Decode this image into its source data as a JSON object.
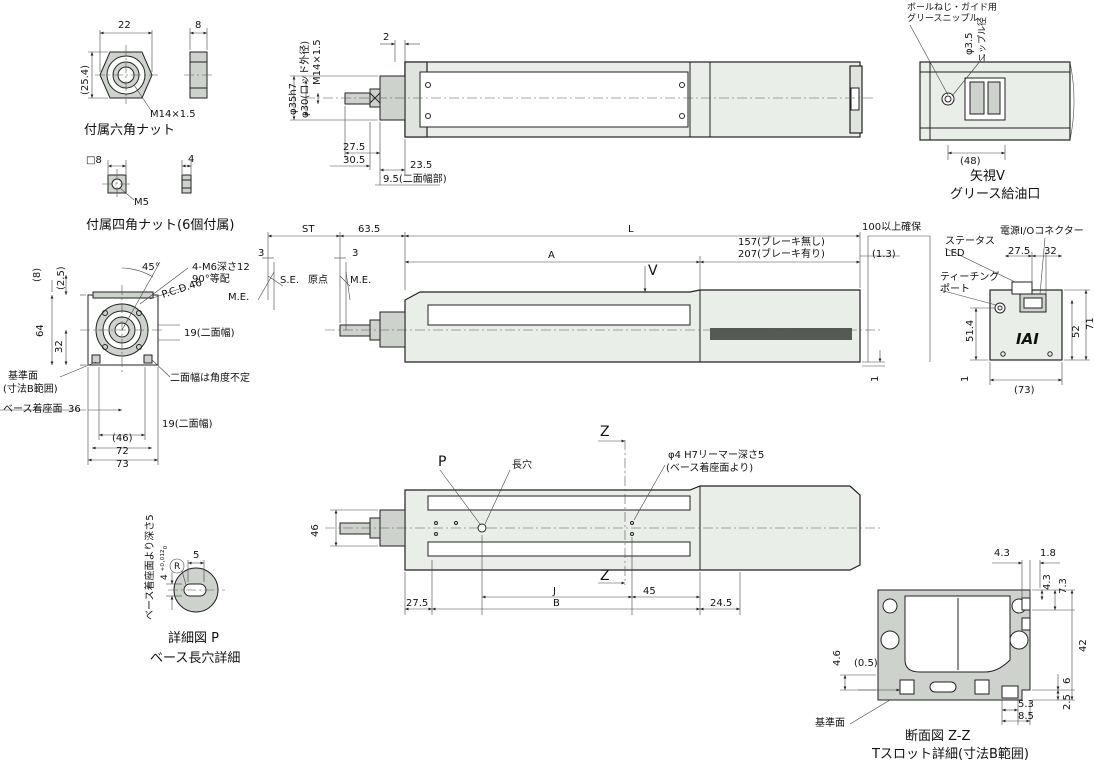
{
  "hex_nut": {
    "width": "22",
    "thickness": "8",
    "across_corners": "(25.4)",
    "thread": "M14×1.5",
    "caption": "付属六角ナット"
  },
  "square_nut": {
    "size": "□8",
    "thickness": "4",
    "thread": "M5",
    "caption": "付属四角ナット(6個付属)"
  },
  "top_view": {
    "dia_35": "φ35h7",
    "dia_30": "φ30(ロッド外径)",
    "thread": "M14×1.5",
    "dim_2": "2",
    "dim_27_5": "27.5",
    "dim_30_5": "30.5",
    "dim_23_5": "23.5",
    "dim_9_5": "9.5(二面幅部)"
  },
  "view_v": {
    "label1": "ボールねじ・ガイド用",
    "label2": "グリースニップル",
    "dia": "φ3.5",
    "dia_label": "ニップル径",
    "dim_48": "(48)",
    "caption1": "矢視V",
    "caption2": "グリース給油口"
  },
  "front": {
    "st": "ST",
    "dim_63_5": "63.5",
    "L": "L",
    "clear": "100以上確保",
    "dim_3a": "3",
    "dim_3b": "3",
    "se": "S.E.",
    "origin": "原点",
    "me1": "M.E.",
    "me2": "M.E.",
    "A": "A",
    "brake1": "157(ブレーキ無し)",
    "brake2": "207(ブレーキ有り)",
    "dim_1_3": "(1.3)",
    "V": "V",
    "dim_1": "1"
  },
  "left_end": {
    "dim_8": "(8)",
    "dim_2_5": "(2.5)",
    "angle": "45°",
    "holes1": "4-M6深さ12",
    "holes2": "90°等配",
    "pcd": "P.C.D.46",
    "dim_64": "64",
    "dim_32": "32",
    "flats1": "19(二面幅)",
    "ref1": "基準面",
    "ref2": "(寸法B範囲)",
    "flats_angle": "二面幅は角度不定",
    "base": "ベース着座面",
    "dim_36": "36",
    "dim_46": "(46)",
    "flats2": "19(二面幅)",
    "dim_72": "72",
    "dim_73": "73"
  },
  "right_end": {
    "status1": "ステータス",
    "status2": "LED",
    "connector": "電源I/Oコネクター",
    "dim_27_5": "27.5",
    "dim_32": "32",
    "teach1": "ティーチング",
    "teach2": "ポート",
    "dim_51_4": "51.4",
    "dim_52": "52",
    "dim_71": "71",
    "dim_1": "1",
    "dim_73": "(73)",
    "logo": "IAI"
  },
  "bottom": {
    "Z1": "Z",
    "Z2": "Z",
    "P": "P",
    "slot": "長穴",
    "reamer1": "φ4 H7リーマー深さ5",
    "reamer2": "(ベース着座面より)",
    "dim_46": "46",
    "dim_27_5": "27.5",
    "J": "J",
    "B": "B",
    "dim_45": "45",
    "dim_24_5": "24.5"
  },
  "detail_p": {
    "depth": "ベース着座面より深さ5",
    "tol": "4 ⁺⁰·⁰¹²₀",
    "R": "R",
    "dim_5": "5",
    "caption1": "詳細図 P",
    "caption2": "ベース長穴詳細"
  },
  "section_zz": {
    "dim_4_3a": "4.3",
    "dim_1_8": "1.8",
    "dim_4_3b": "4.3",
    "dim_7_3": "7.3",
    "dim_42": "42",
    "dim_4_6": "4.6",
    "dim_0_5": "(0.5)",
    "dim_6": "6",
    "dim_2_5": "2.5",
    "dim_5_3": "5.3",
    "dim_8_5": "8.5",
    "ref": "基準面",
    "caption1": "断面図 Z-Z",
    "caption2": "Tスロット詳細(寸法B範囲)"
  }
}
